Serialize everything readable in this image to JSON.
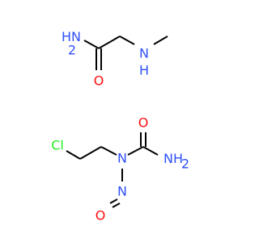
{
  "colors": {
    "carbon": "#000000",
    "nitrogen": "#3050f8",
    "oxygen": "#ff0d0d",
    "chlorine": "#1ff01f"
  },
  "molecule_top": {
    "atoms": {
      "amide_nh2": {
        "h": "H",
        "n": "N",
        "sub": "2"
      },
      "amide_o": "O",
      "amine_nh": {
        "n": "N",
        "h": "H"
      }
    }
  },
  "molecule_bottom": {
    "atoms": {
      "cl": "Cl",
      "n_central": "N",
      "urea_o": "O",
      "urea_nh2": {
        "n": "N",
        "h": "H",
        "sub": "2"
      },
      "nitroso_n": "N",
      "nitroso_o": "O"
    }
  }
}
